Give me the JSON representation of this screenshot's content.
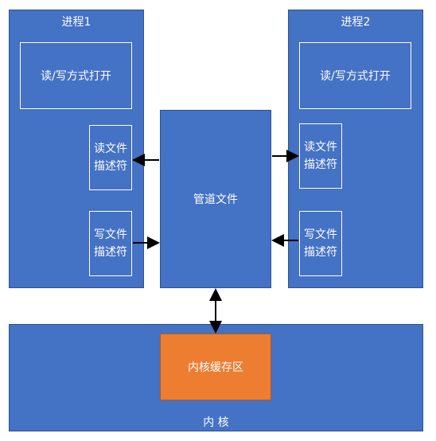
{
  "process1": {
    "title": "进程1",
    "open_mode": "读/写方式打开",
    "read_fd": "读文件描述符",
    "write_fd": "写文件描述符"
  },
  "process2": {
    "title": "进程2",
    "open_mode": "读/写方式打开",
    "read_fd": "读文件描述符",
    "write_fd": "写文件描述符"
  },
  "pipe": {
    "label": "管道文件"
  },
  "kernel": {
    "label": "内 核",
    "buffer": "内核缓存区"
  },
  "colors": {
    "box_blue": "#4472c4",
    "buffer_orange": "#ed7d31",
    "arrow": "#000000"
  }
}
